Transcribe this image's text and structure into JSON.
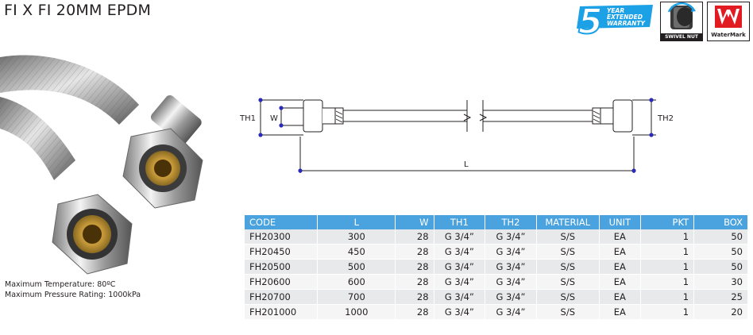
{
  "title": "FI X FI 20MM EPDM",
  "badges": {
    "warranty_number": "5",
    "warranty_line1": "YEAR",
    "warranty_line2": "EXTENDED",
    "warranty_line3": "WARRANTY",
    "swivel_label": "SWIVEL NUT",
    "watermark_label": "WaterMark",
    "brand_color": "#1da1e6",
    "watermark_color": "#e21b23"
  },
  "specs": {
    "max_temp": "Maximum Temperature: 80ºC",
    "max_pressure": "Maximum Pressure Rating: 1000kPa"
  },
  "diagram": {
    "th1": "TH1",
    "w": "W",
    "th2": "TH2",
    "l": "L",
    "marker_color": "#2b2ab8"
  },
  "table": {
    "headers": [
      "CODE",
      "L",
      "W",
      "TH1",
      "TH2",
      "MATERIAL",
      "UNIT",
      "PKT",
      "BOX"
    ],
    "rows": [
      [
        "FH20300",
        "300",
        "28",
        "G 3/4”",
        "G 3/4”",
        "S/S",
        "EA",
        "1",
        "50"
      ],
      [
        "FH20450",
        "450",
        "28",
        "G 3/4”",
        "G 3/4”",
        "S/S",
        "EA",
        "1",
        "50"
      ],
      [
        "FH20500",
        "500",
        "28",
        "G 3/4”",
        "G 3/4”",
        "S/S",
        "EA",
        "1",
        "50"
      ],
      [
        "FH20600",
        "600",
        "28",
        "G 3/4”",
        "G 3/4”",
        "S/S",
        "EA",
        "1",
        "30"
      ],
      [
        "FH20700",
        "700",
        "28",
        "G 3/4”",
        "G 3/4”",
        "S/S",
        "EA",
        "1",
        "25"
      ],
      [
        "FH201000",
        "1000",
        "28",
        "G 3/4”",
        "G 3/4”",
        "S/S",
        "EA",
        "1",
        "20"
      ]
    ]
  }
}
